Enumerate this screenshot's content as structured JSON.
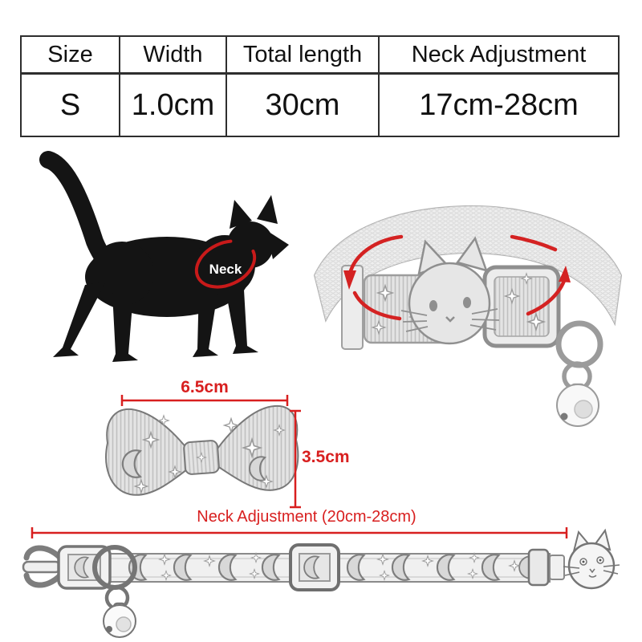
{
  "spec_table": {
    "headers": [
      "Size",
      "Width",
      "Total length",
      "Neck Adjustment"
    ],
    "row": [
      "S",
      "1.0cm",
      "30cm",
      "17cm-28cm"
    ]
  },
  "annotations": {
    "neck_label": "Neck",
    "bow_width": "6.5cm",
    "bow_height": "3.5cm",
    "flat_adjustment": "Neck Adjustment (20cm-28cm)"
  },
  "colors": {
    "background": "#ffffff",
    "accent_red": "#d81f1f",
    "table_border": "#2e2e2e",
    "cat_black": "#141414",
    "sketch_gray": "#8f8f8f"
  },
  "icons": {
    "cat_silhouette": "walking-cat-silhouette",
    "neck_arc": "red-ellipse-around-neck",
    "collar_with_bell": "cat-collar-with-cat-face-buckle-and-bell",
    "bell": "round-jingle-bell",
    "bow_tie": "star-and-moon-pattern-bow-tie",
    "flat_collar": "flat-collar-buckle-bell-slider-cat-charm",
    "crescent_moon": "crescent-moon",
    "star": "four-point-star",
    "measure_line": "red-dimension-line"
  }
}
